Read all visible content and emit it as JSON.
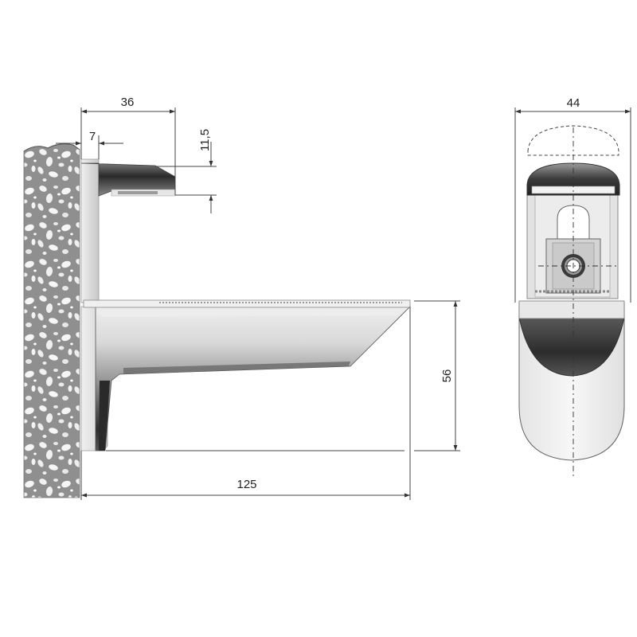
{
  "dimensions": {
    "clamp_width": "36",
    "wall_offset": "7",
    "clamp_height": "11,5",
    "arm_length": "125",
    "arm_height": "56",
    "front_width": "44"
  },
  "colors": {
    "metal_light": "#f4f4f4",
    "metal_mid": "#b9b9b9",
    "metal_dark": "#3c3c3c",
    "wall_fill": "#8e8e8e",
    "dimension_line": "#444444"
  }
}
